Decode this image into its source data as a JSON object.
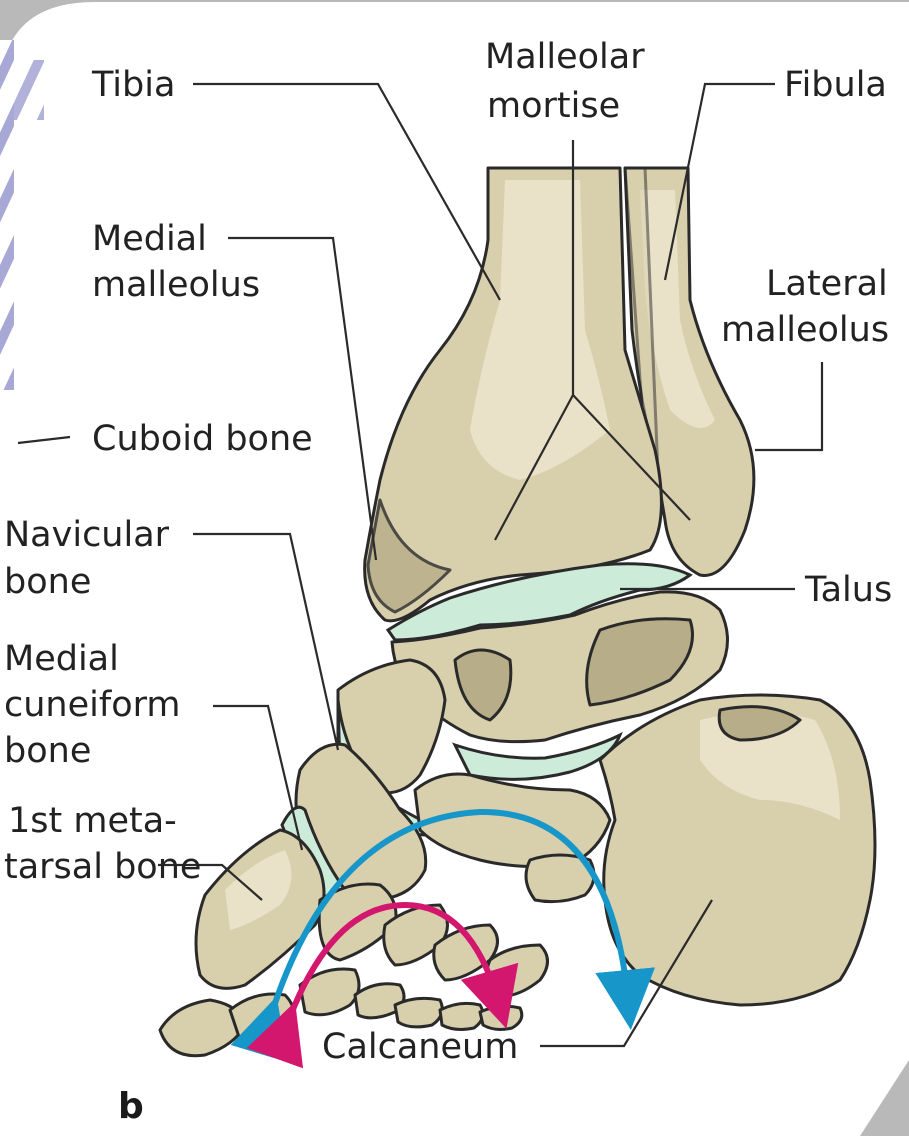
{
  "figure": {
    "panel_letter": "b",
    "labels": {
      "tibia": "Tibia",
      "malleolar_line1": "Malleolar",
      "malleolar_line2": "mortise",
      "fibula": "Fibula",
      "medial_malleolus_line1": "Medial",
      "medial_malleolus_line2": "malleolus",
      "lateral_malleolus_line1": "Lateral",
      "lateral_malleolus_line2": "malleolus",
      "cuboid": "Cuboid bone",
      "navicular_line1": "Navicular",
      "navicular_line2": "bone",
      "talus": "Talus",
      "medial_cuneiform_line1": "Medial",
      "medial_cuneiform_line2": "cuneiform",
      "medial_cuneiform_line3": "bone",
      "first_metatarsal_line1": "1st meta-",
      "first_metatarsal_line2": "tarsal bone",
      "calcaneum": "Calcaneum"
    },
    "colors": {
      "frame_background": "#b9b9b9",
      "panel_background": "#ffffff",
      "bone": "#d8cfad",
      "bone_shadow": "#b7ad88",
      "cartilage": "#ccebd9",
      "blue_arrow": "#1797c9",
      "magenta_arrow": "#d4176e",
      "stripes": "#a8a8d6"
    }
  }
}
